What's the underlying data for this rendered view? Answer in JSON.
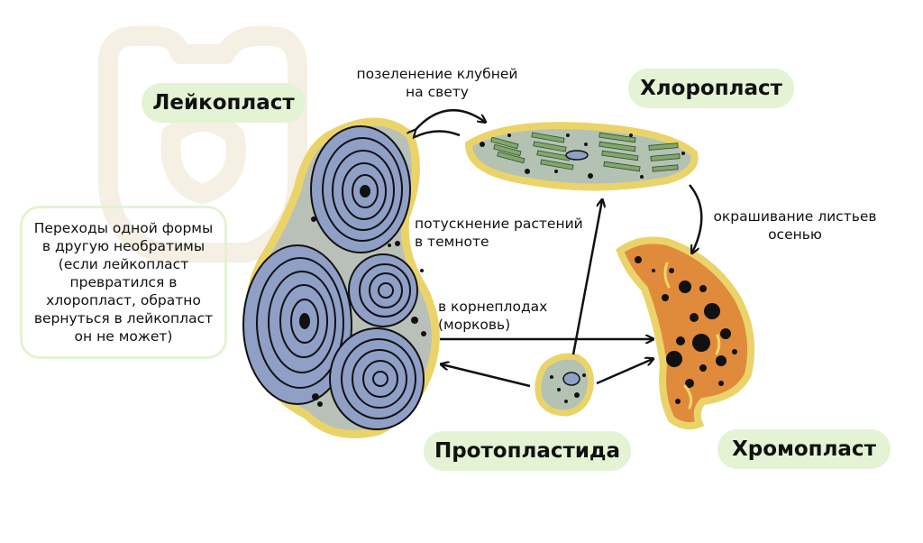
{
  "labels": {
    "leucoplast": "Лейкопласт",
    "chloroplast": "Хлоропласт",
    "protoplastid": "Протопластида",
    "chromoplast": "Хромопласт"
  },
  "captions": {
    "greening": "позеленение клубней\nна свету",
    "darkening": "потускнение растений\nв темноте",
    "autumn": "окрашивание листьев\nосенью",
    "roots": "в корнеплодах\n(морковь)"
  },
  "note": "Переходы одной формы\nв другую необратимы\n(если лейкопласт\nпревратился в\nхлоропласт, обратно\nвернуться в лейкопласт\nон не может)",
  "colors": {
    "pill_bg": "#e3f3d3",
    "outline_yellow": "#ead46a",
    "leucoplast_fill": "#8f9fc6",
    "chloroplast_stroma": "#b4c2b4",
    "thylakoid_green": "#7fa86a",
    "chromoplast_orange": "#e08a3c",
    "watermark": "#f6f1e8"
  }
}
